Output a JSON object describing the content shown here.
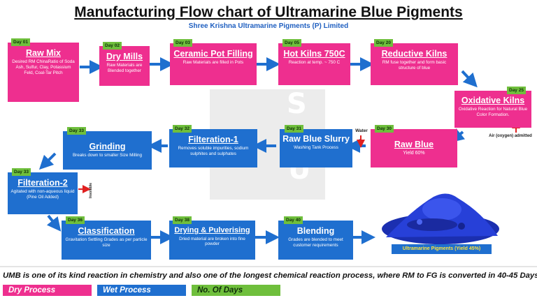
{
  "title": "Manufacturing Flow chart of Ultramarine Blue Pigments",
  "company": "Shree Krishna Ultramarine Pigments (P) Limited",
  "watermark": {
    "letters": [
      "S",
      "U"
    ]
  },
  "colors": {
    "dry": "#ee2f8f",
    "wet": "#1f6fcf",
    "days": "#6fbf3c"
  },
  "steps": [
    {
      "day": "Day 01",
      "name": "Raw Mix",
      "desc": "Desired RM ChinaRatio of Soda Ash, Sulfur, Clay, Potassium Feld, Coal-Tar Pitch",
      "process": "dry"
    },
    {
      "day": "Day 02",
      "name": "Dry Mills",
      "desc": "Raw Materials are Blended together",
      "process": "dry"
    },
    {
      "day": "Day 03",
      "name": "Ceramic Pot Filling",
      "desc": "Raw Materials are filled in Pots",
      "process": "dry"
    },
    {
      "day": "Day 05",
      "name": "Hot Kilns 750C",
      "desc": "Reaction at temp. ~ 750 C",
      "process": "dry"
    },
    {
      "day": "Day 20",
      "name": "Reductive Kilns",
      "desc": "RM fuse together and form basic structure of blue",
      "process": "dry"
    },
    {
      "day": "Day 25",
      "name": "Oxidative Kilns",
      "desc": "Oxidative Reaction for Natural Blue Color Formation.",
      "process": "dry"
    },
    {
      "day": "Day 30",
      "name": "Raw Blue",
      "desc": "Yield 60%",
      "process": "dry"
    },
    {
      "day": "Day 31",
      "name": "Raw Blue Slurry",
      "desc": "Washing Tank Process",
      "process": "wet"
    },
    {
      "day": "Day 32",
      "name": "Filteration-1",
      "desc": "Removes soluble impurities, sodium sulphites and sulphates",
      "process": "wet"
    },
    {
      "day": "Day 33",
      "name": "Grinding",
      "desc": "Breaks down to smaller Size Milling",
      "process": "wet"
    },
    {
      "day": "Day 33",
      "name": "Filteration-2",
      "desc": "Agitated with non-aqueous liquid (Pine Oil Added)",
      "process": "wet"
    },
    {
      "day": "Day 36",
      "name": "Classification",
      "desc": "Gravitation Settling Grades as per particle size",
      "process": "wet"
    },
    {
      "day": "Day 38",
      "name": "Drying & Pulverising",
      "desc": "Dried material are broken into fine powder",
      "process": "wet"
    },
    {
      "day": "Day 40",
      "name": "Blending",
      "desc": "Grades are blended to meet customer requirements",
      "process": "wet"
    }
  ],
  "notes": {
    "air": "Air (oxygen) admitted",
    "water": "Water",
    "insoluble": "Insoluble"
  },
  "product": {
    "label": "Ultramarine Pigments (Yield 45%)"
  },
  "footer": "UMB is one of its kind reaction in chemistry and also one of the longest chemical reaction process, where RM to FG is converted in 40-45 Days.",
  "legend": [
    {
      "label": "Dry Process",
      "color": "#ee2f8f"
    },
    {
      "label": "Wet Process",
      "color": "#1f6fcf"
    },
    {
      "label": "No. Of Days",
      "color": "#6fbf3c"
    }
  ]
}
